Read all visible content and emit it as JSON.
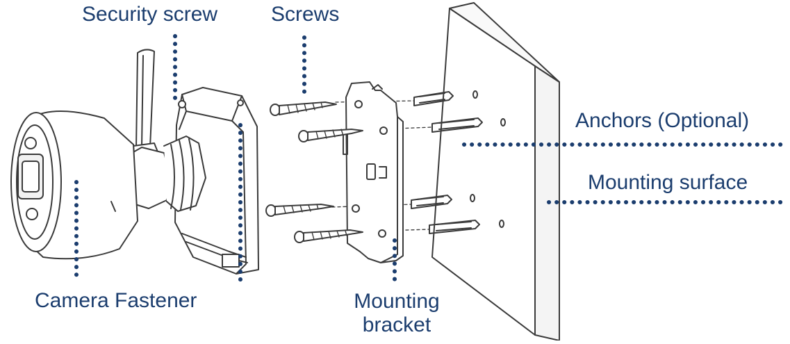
{
  "colors": {
    "label": "#1b3d6e",
    "dots": "#1b3d6e",
    "line_art": "#3a3a3a"
  },
  "labels": {
    "security_screw": "Security screw",
    "screws": "Screws",
    "anchors": "Anchors (Optional)",
    "mounting_surface": "Mounting surface",
    "camera_fastener": "Camera Fastener",
    "mounting_bracket_line1": "Mounting",
    "mounting_bracket_line2": "bracket"
  }
}
